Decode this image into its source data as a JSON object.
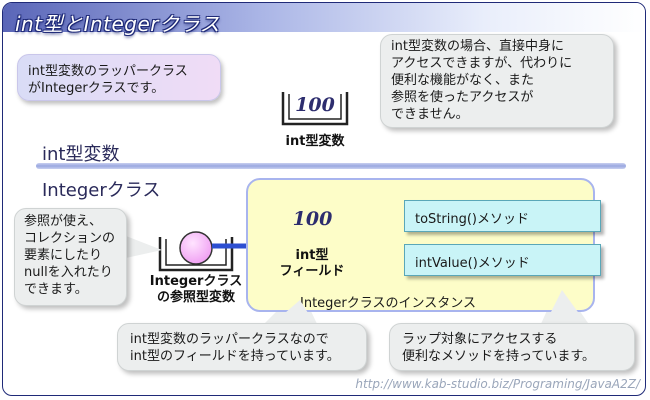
{
  "title": "int型とIntegerクラス",
  "bubbles": {
    "intro": "int型変数のラッパークラス\nがIntegerクラスです。",
    "top_note": "int型変数の場合、直接中身に\nアクセスできますが、代わりに\n便利な機能がなく、また\n参照を使ったアクセスが\nできません。",
    "left_note": "参照が使え、\nコレクションの\n要素にしたり\nnullを入れたり\nできます。",
    "field_note": "int型変数のラッパークラスなので\nint型のフィールドを持っています。",
    "method_note": "ラップ対象にアクセスする\n便利なメソッドを持っています。"
  },
  "sections": {
    "primitive": "int型変数",
    "wrapper": "Integerクラス"
  },
  "int_variable": {
    "value": "100",
    "label": "int型変数"
  },
  "reference_variable": {
    "label": "Integerクラス\nの参照型変数"
  },
  "instance": {
    "label": "Integerクラスのインスタンス",
    "field_value": "100",
    "field_label": "int型\nフィールド",
    "methods": [
      "toString()メソッド",
      "intValue()メソッド"
    ]
  },
  "footer_url": "http://www.kab-studio.biz/Programing/JavaA2Z/",
  "colors": {
    "frame": "#1f2a78",
    "instance_fill": "#fdfdc8",
    "method_fill": "#c9f4f7",
    "arrow": "#f6c9c9",
    "reference_circle": "#f3a8f5"
  }
}
